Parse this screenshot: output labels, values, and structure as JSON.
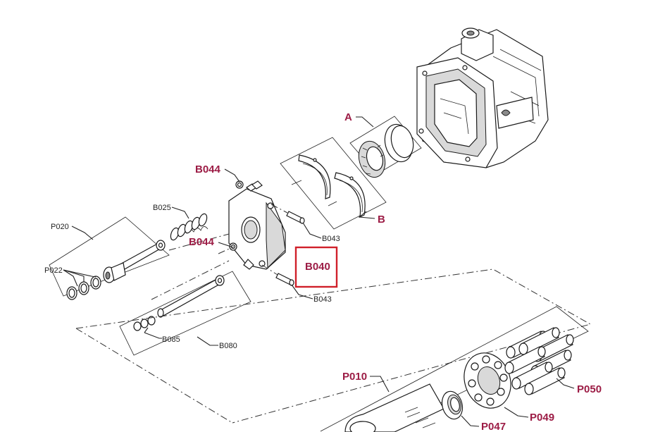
{
  "diagram": {
    "labels": {
      "A": "A",
      "B": "B",
      "B044_top": "B044",
      "B044_mid": "B044",
      "B025": "B025",
      "B043_top": "B043",
      "B043_bottom": "B043",
      "B040": "B040",
      "P020": "P020",
      "P022": "P022",
      "B085": "B085",
      "B080": "B080",
      "P010": "P010",
      "P050": "P050",
      "P049": "P049",
      "P047": "P047"
    },
    "colors": {
      "label_accent": "#9c1c45",
      "highlight_box": "#d0202a",
      "line": "#222222"
    }
  }
}
